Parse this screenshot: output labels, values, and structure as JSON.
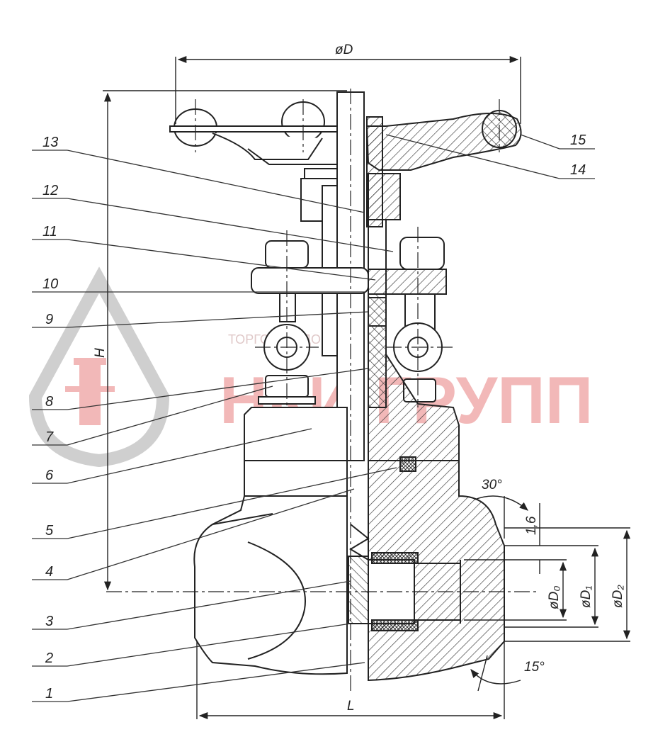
{
  "watermark": {
    "brand": "НКИ ГРУПП",
    "tagline": "ТОРГОВЫЙ ДОМ",
    "color": "#f2b8b8",
    "logo_color": "#cfcfcf"
  },
  "colors": {
    "line": "#222222",
    "leader": "#333333"
  },
  "dimensions": {
    "handwheel_diameter": "øD",
    "height": "H",
    "length": "L",
    "bore": "øD₀",
    "d1": "øD₁",
    "d2": "øD₂",
    "chamfer_top": "30°",
    "chamfer_bottom": "15°",
    "wall": "1,6"
  },
  "callouts_left": [
    "13",
    "12",
    "11",
    "10",
    "9",
    "8",
    "7",
    "6",
    "5",
    "4",
    "3",
    "2",
    "1"
  ],
  "callouts_right": [
    "15",
    "14"
  ]
}
